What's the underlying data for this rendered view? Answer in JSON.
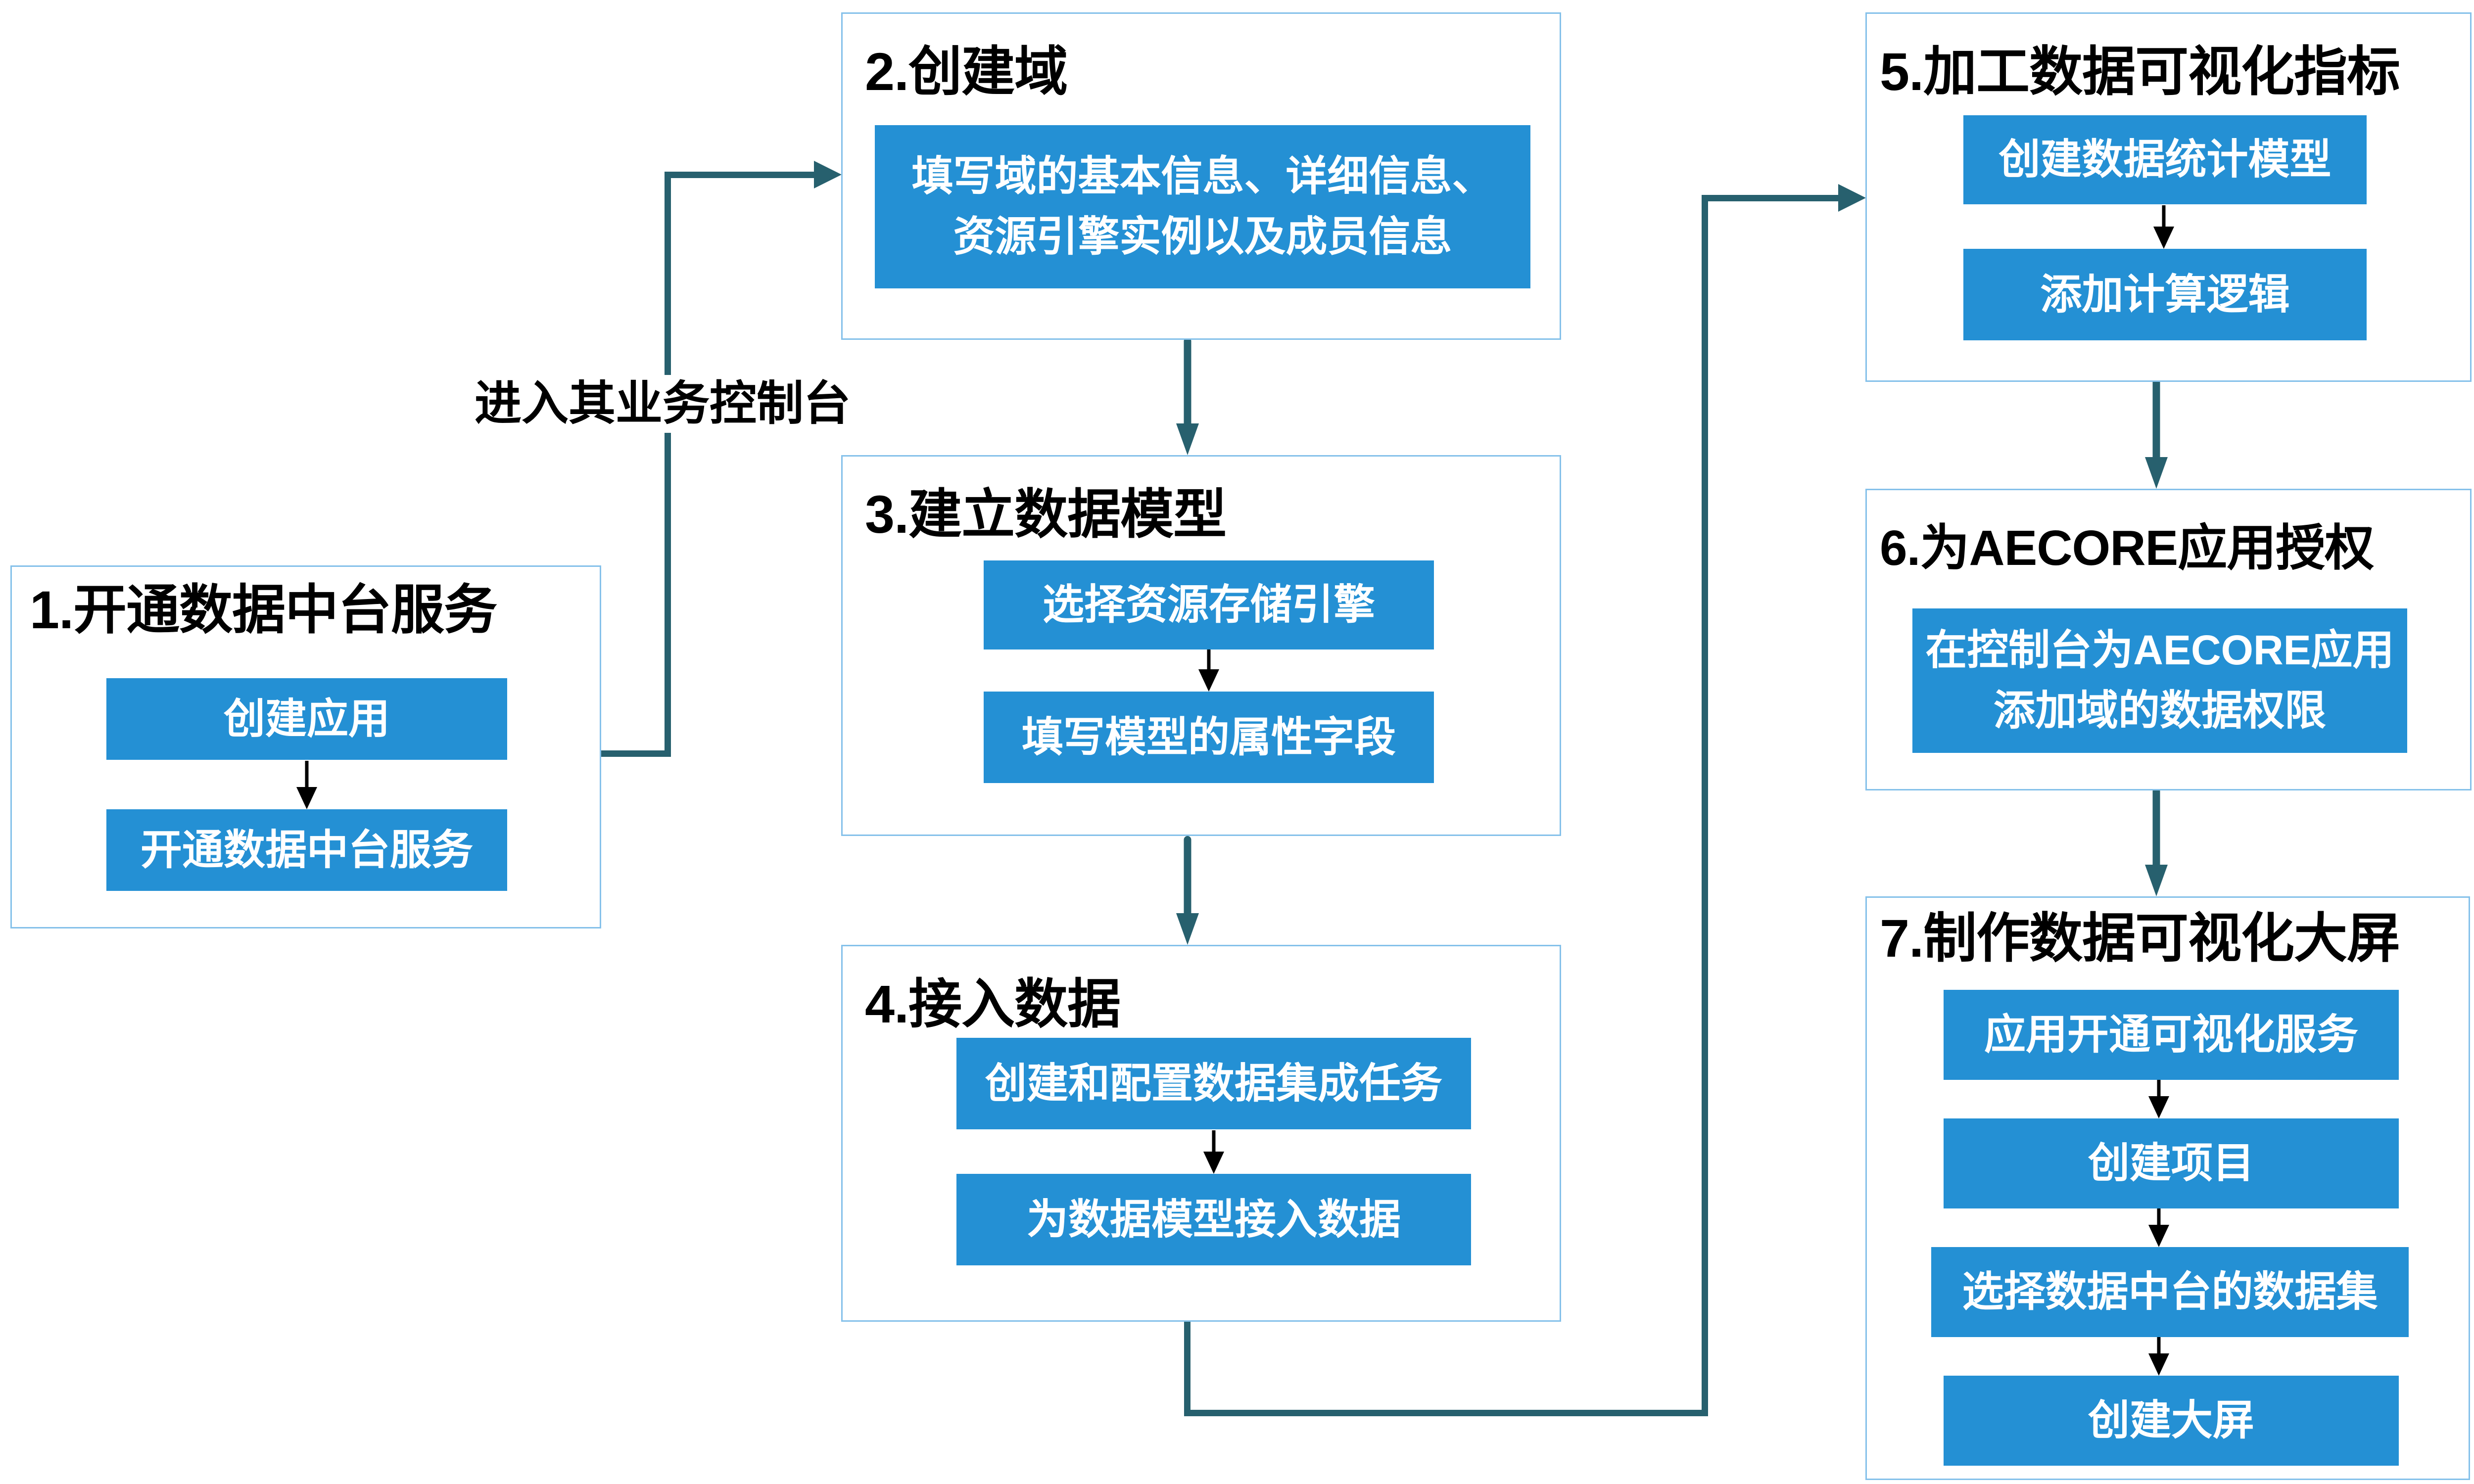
{
  "diagram": {
    "edge_label": "进入其业务控制台",
    "colors": {
      "step_fill": "#2490D4",
      "step_text": "#FFFFFF",
      "flow_arrow": "#27606E",
      "group_border": "#85C1EA",
      "title_text": "#000000",
      "background": "#FFFFFF"
    },
    "groups": [
      {
        "title": "1.开通数据中台服务",
        "steps": [
          [
            "创建应用"
          ],
          [
            "开通数据中台服务"
          ]
        ]
      },
      {
        "title": "2.创建域",
        "steps": [
          [
            "填写域的基本信息、详细信息、",
            "资源引擎实例以及成员信息"
          ]
        ]
      },
      {
        "title": "3.建立数据模型",
        "steps": [
          [
            "选择资源存储引擎"
          ],
          [
            "填写模型的属性字段"
          ]
        ]
      },
      {
        "title": "4.接入数据",
        "steps": [
          [
            "创建和配置数据集成任务"
          ],
          [
            "为数据模型接入数据"
          ]
        ]
      },
      {
        "title": "5.加工数据可视化指标",
        "steps": [
          [
            "创建数据统计模型"
          ],
          [
            "添加计算逻辑"
          ]
        ]
      },
      {
        "title": "6.为AECORE应用授权",
        "steps": [
          [
            "在控制台为AECORE应用",
            "添加域的数据权限"
          ]
        ]
      },
      {
        "title": "7.制作数据可视化大屏",
        "steps": [
          [
            "应用开通可视化服务"
          ],
          [
            "创建项目"
          ],
          [
            "选择数据中台的数据集"
          ],
          [
            "创建大屏"
          ]
        ]
      }
    ]
  }
}
